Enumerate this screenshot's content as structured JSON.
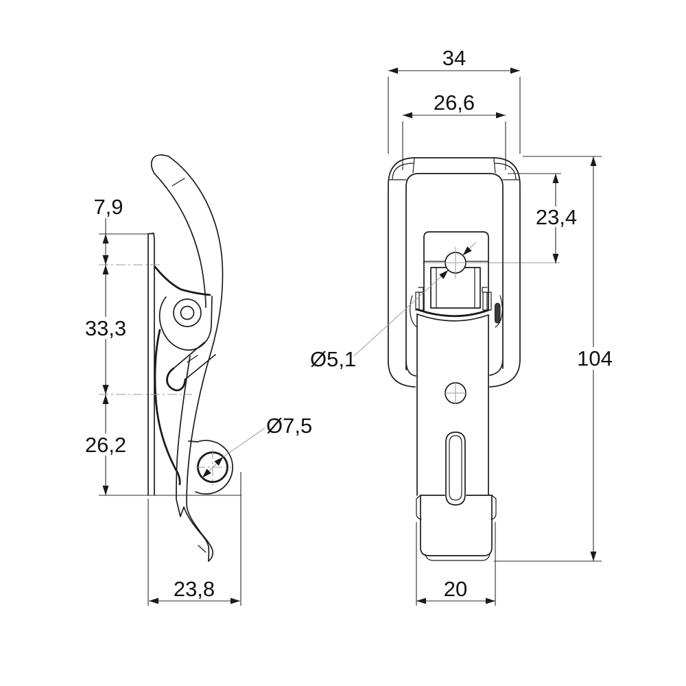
{
  "colors": {
    "background": "#ffffff",
    "line": "#1b1b1b",
    "dim_line": "#2a2a2a",
    "centerline": "#999999",
    "text": "#111111"
  },
  "side_view": {
    "dims": {
      "flange_offset": "7,9",
      "body_upper": "33,3",
      "body_lower": "26,2",
      "depth": "23,8",
      "eyelet_hole_dia": "Ø7,5"
    }
  },
  "front_view": {
    "dims": {
      "overall_width": "34",
      "inner_width": "26,6",
      "pivot_hole_offset": "23,4",
      "overall_height": "104",
      "bracket_width": "20",
      "pivot_hole_dia": "Ø5,1"
    }
  }
}
